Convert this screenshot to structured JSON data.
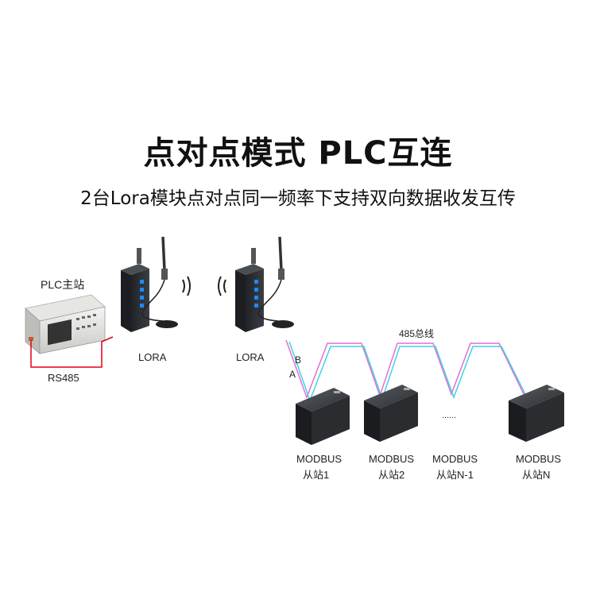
{
  "header": {
    "title": "点对点模式 PLC互连",
    "subtitle": "2台Lora模块点对点同一频率下支持双向数据收发互传"
  },
  "plc": {
    "label": "PLC主站",
    "link_label": "RS485"
  },
  "lora": [
    {
      "label": "LORA"
    },
    {
      "label": "LORA"
    }
  ],
  "bus": {
    "label": "485总线",
    "line_a": "A",
    "line_b": "B",
    "ellipsis": "......"
  },
  "slaves": [
    {
      "line1": "MODBUS",
      "line2": "从站1"
    },
    {
      "line1": "MODBUS",
      "line2": "从站2"
    },
    {
      "line1": "MODBUS",
      "line2": "从站N-1"
    },
    {
      "line1": "MODBUS",
      "line2": "从站N"
    }
  ],
  "colors": {
    "rs485_wire": "#e0001a",
    "bus_line_a": "#e46fd0",
    "bus_line_b": "#3fd3e6",
    "module_body": "#2b2e33",
    "led": "#1e88ff"
  }
}
